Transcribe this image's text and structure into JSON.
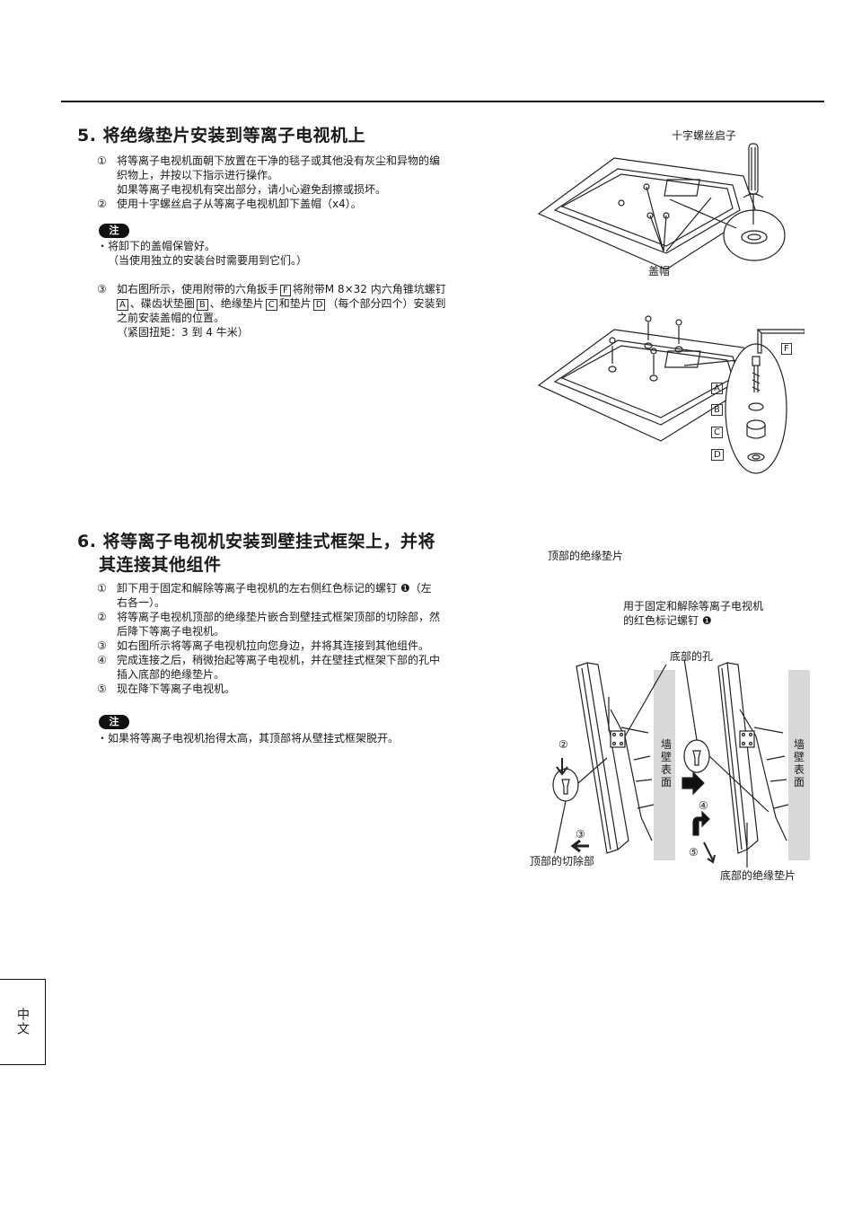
{
  "section5": {
    "heading": "5. 将绝缘垫片安装到等离子电视机上",
    "step1_num": "①",
    "step1_line1": "将等离子电视机面朝下放置在干净的毯子或其他没有灰尘和异物的编",
    "step1_line2": "织物上，并按以下指示进行操作。",
    "step1_line3": "如果等离子电视机有突出部分，请小心避免刮擦或损坏。",
    "step2_num": "②",
    "step2_text": "使用十字螺丝启子从等离子电视机卸下盖帽（x4）。",
    "note_label": "注",
    "note_line1": "・将卸下的盖帽保管好。",
    "note_line2": "（当使用独立的安装台时需要用到它们。）",
    "step3_num": "③",
    "step3_a": "如右图所示，使用附带的六角扳手",
    "step3_b": "将附带M 8×32 内六角锥坑螺钉",
    "step3_c": "、碟齿状垫圈",
    "step3_d": "、绝缘垫片",
    "step3_e": "和垫片",
    "step3_f": "（每个部分四个）安装到",
    "step3_line3": "之前安装盖帽的位置。",
    "step3_line4": "（紧固扭矩：3 到 4 牛米）",
    "part_A": "A",
    "part_B": "B",
    "part_C": "C",
    "part_D": "D",
    "part_F": "F",
    "fig1_screwdriver": "十字螺丝启子",
    "fig1_cap": "盖帽"
  },
  "section6": {
    "heading_line1": "6. 将等离子电视机安装到壁挂式框架上，并将",
    "heading_line2": "其连接其他组件",
    "s1_num": "①",
    "s1_line1": "卸下用于固定和解除等离子电视机的左右侧红色标记的螺钉 ❶（左",
    "s1_line2": "右各一）。",
    "s2_num": "②",
    "s2_line1": "将等离子电视机顶部的绝缘垫片嵌合到壁挂式框架顶部的切除部，然",
    "s2_line2": "后降下等离子电视机。",
    "s3_num": "③",
    "s3_text": "如右图所示将等离子电视机拉向您身边，并将其连接到其他组件。",
    "s4_num": "④",
    "s4_line1": "完成连接之后，稍微抬起等离子电视机，并在壁挂式框架下部的孔中",
    "s4_line2": "插入底部的绝缘垫片。",
    "s5_num": "⑤",
    "s5_text": "现在降下等离子电视机。",
    "note_label": "注",
    "note_text": "・如果将等离子电视机抬得太高，其顶部将从壁挂式框架脱开。",
    "fig_top_spacer": "顶部的绝缘垫片",
    "fig_screw_line1": "用于固定和解除等离子电视机",
    "fig_screw_line2": "的红色标记螺钉 ❶",
    "fig_bottom_hole": "底部的孔",
    "fig_top_cutout": "顶部的切除部",
    "fig_bottom_spacer": "底部的绝缘垫片",
    "fig_wall": "墙壁表面",
    "fig_c2": "②",
    "fig_c3": "③",
    "fig_c4": "④",
    "fig_c5": "⑤"
  },
  "sidebar": {
    "language": "中文"
  }
}
